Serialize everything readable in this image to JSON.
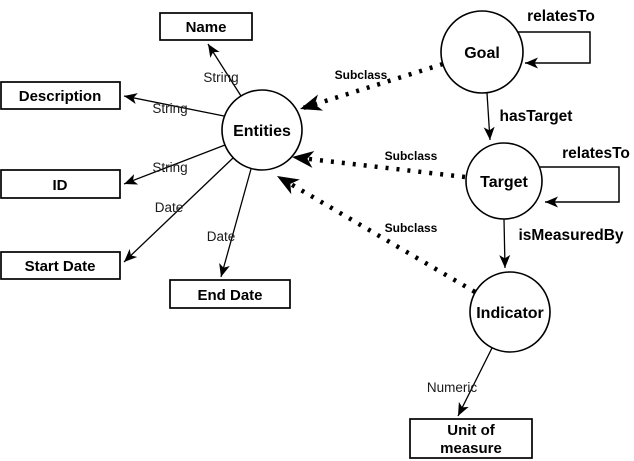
{
  "diagram": {
    "colors": {
      "stroke": "#000000",
      "background": "#ffffff",
      "text": "#000000"
    },
    "nodes": {
      "entities": "Entities",
      "goal": "Goal",
      "target": "Target",
      "indicator": "Indicator"
    },
    "attribute_boxes": {
      "name": "Name",
      "description": "Description",
      "id": "ID",
      "start_date": "Start Date",
      "end_date": "End Date",
      "unit_of_measure_line1": "Unit of",
      "unit_of_measure_line2": "measure"
    },
    "edge_labels": {
      "name_datatype": "String",
      "description_datatype": "String",
      "id_datatype": "String",
      "start_date_datatype": "Date",
      "end_date_datatype": "Date",
      "unit_datatype": "Numeric",
      "goal_subclass": "Subclass",
      "target_subclass": "Subclass",
      "indicator_subclass": "Subclass",
      "goal_relates_to": "relatesTo",
      "target_relates_to": "relatesTo",
      "has_target": "hasTarget",
      "is_measured_by": "isMeasuredBy"
    }
  }
}
